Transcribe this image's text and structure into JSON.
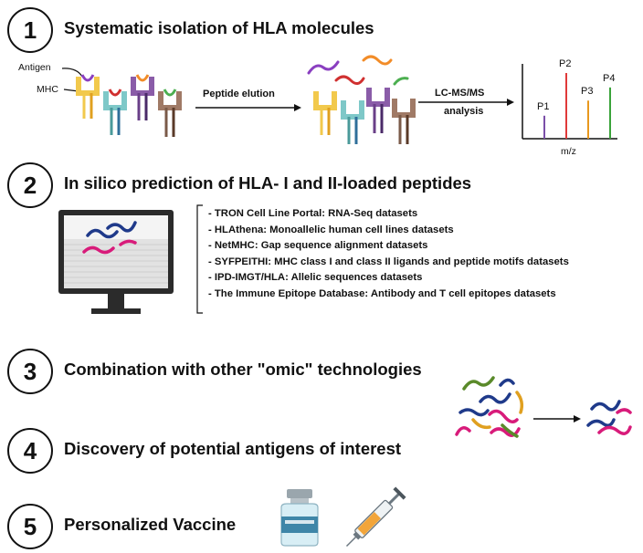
{
  "steps": [
    {
      "number": "1",
      "title": "Systematic isolation of HLA molecules"
    },
    {
      "number": "2",
      "title": "In silico prediction of HLA- I and II-loaded peptides"
    },
    {
      "number": "3",
      "title": "Combination with other \"omic\" technologies"
    },
    {
      "number": "4",
      "title": "Discovery of potential antigens of interest"
    },
    {
      "number": "5",
      "title": "Personalized Vaccine"
    }
  ],
  "labels": {
    "antigen": "Antigen",
    "mhc": "MHC",
    "peptide_elution": "Peptide elution",
    "lcms_line1": "LC-MS/MS",
    "lcms_line2": "analysis",
    "mz": "m/z"
  },
  "spectrum": {
    "peaks": [
      {
        "label": "P1",
        "relative_height": 0.35,
        "color": "#7b4fa8"
      },
      {
        "label": "P2",
        "relative_height": 1.0,
        "color": "#e03a3a"
      },
      {
        "label": "P3",
        "relative_height": 0.58,
        "color": "#e8981e"
      },
      {
        "label": "P4",
        "relative_height": 0.78,
        "color": "#3aa33a"
      }
    ]
  },
  "databases": [
    "- TRON Cell Line Portal: RNA-Seq datasets",
    "- HLAthena: Monoallelic human cell lines datasets",
    "- NetMHC: Gap sequence alignment datasets",
    "- SYFPEITHI:  MHC class I and class II  ligands and peptide motifs datasets",
    "- IPD-IMGT/HLA: Allelic sequences datasets",
    "- The Immune Epitope Database: Antibody and T cell epitopes datasets"
  ],
  "colors": {
    "yellow": "#f2c94c",
    "teal": "#7ec8c8",
    "purple": "#8a5ca8",
    "brown": "#a07a66",
    "peptide_purple": "#8a3fc0",
    "peptide_red": "#d03030",
    "peptide_orange": "#f28c28",
    "peptide_green": "#4caf50",
    "peptide_navy": "#1f3a8a",
    "peptide_magenta": "#d81b7a",
    "peptide_olive": "#5a8a2a",
    "peptide_gold": "#e0a020"
  }
}
